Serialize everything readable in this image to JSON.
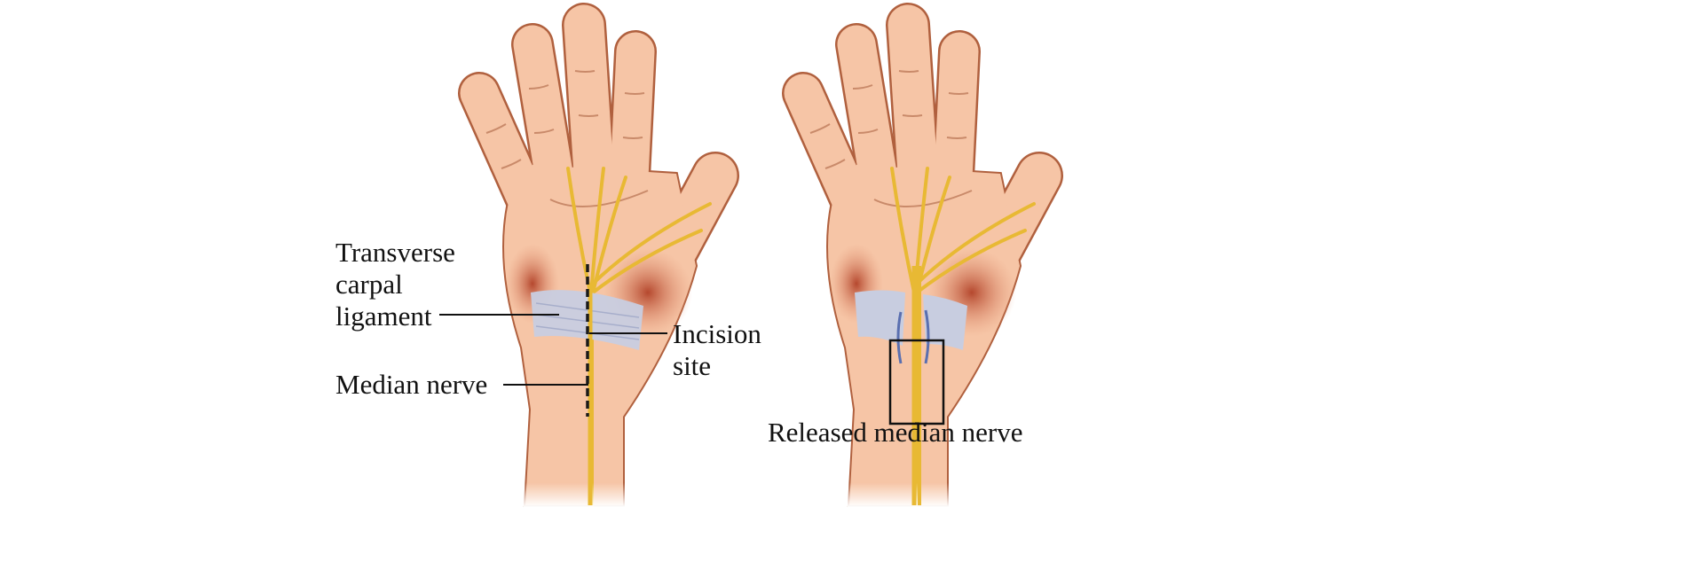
{
  "left_panel": {
    "labels": {
      "ligament": [
        "Transverse",
        "carpal",
        "ligament"
      ],
      "incision": [
        "Incision",
        "site"
      ],
      "nerve": "Median nerve"
    }
  },
  "right_panel": {
    "caption": "Released median nerve"
  },
  "colors": {
    "skin": "#f6c5a6",
    "outline": "#b0603e",
    "muscle": "#b5482e",
    "ligament": "#c8cde0",
    "nerve": "#e8b934"
  }
}
